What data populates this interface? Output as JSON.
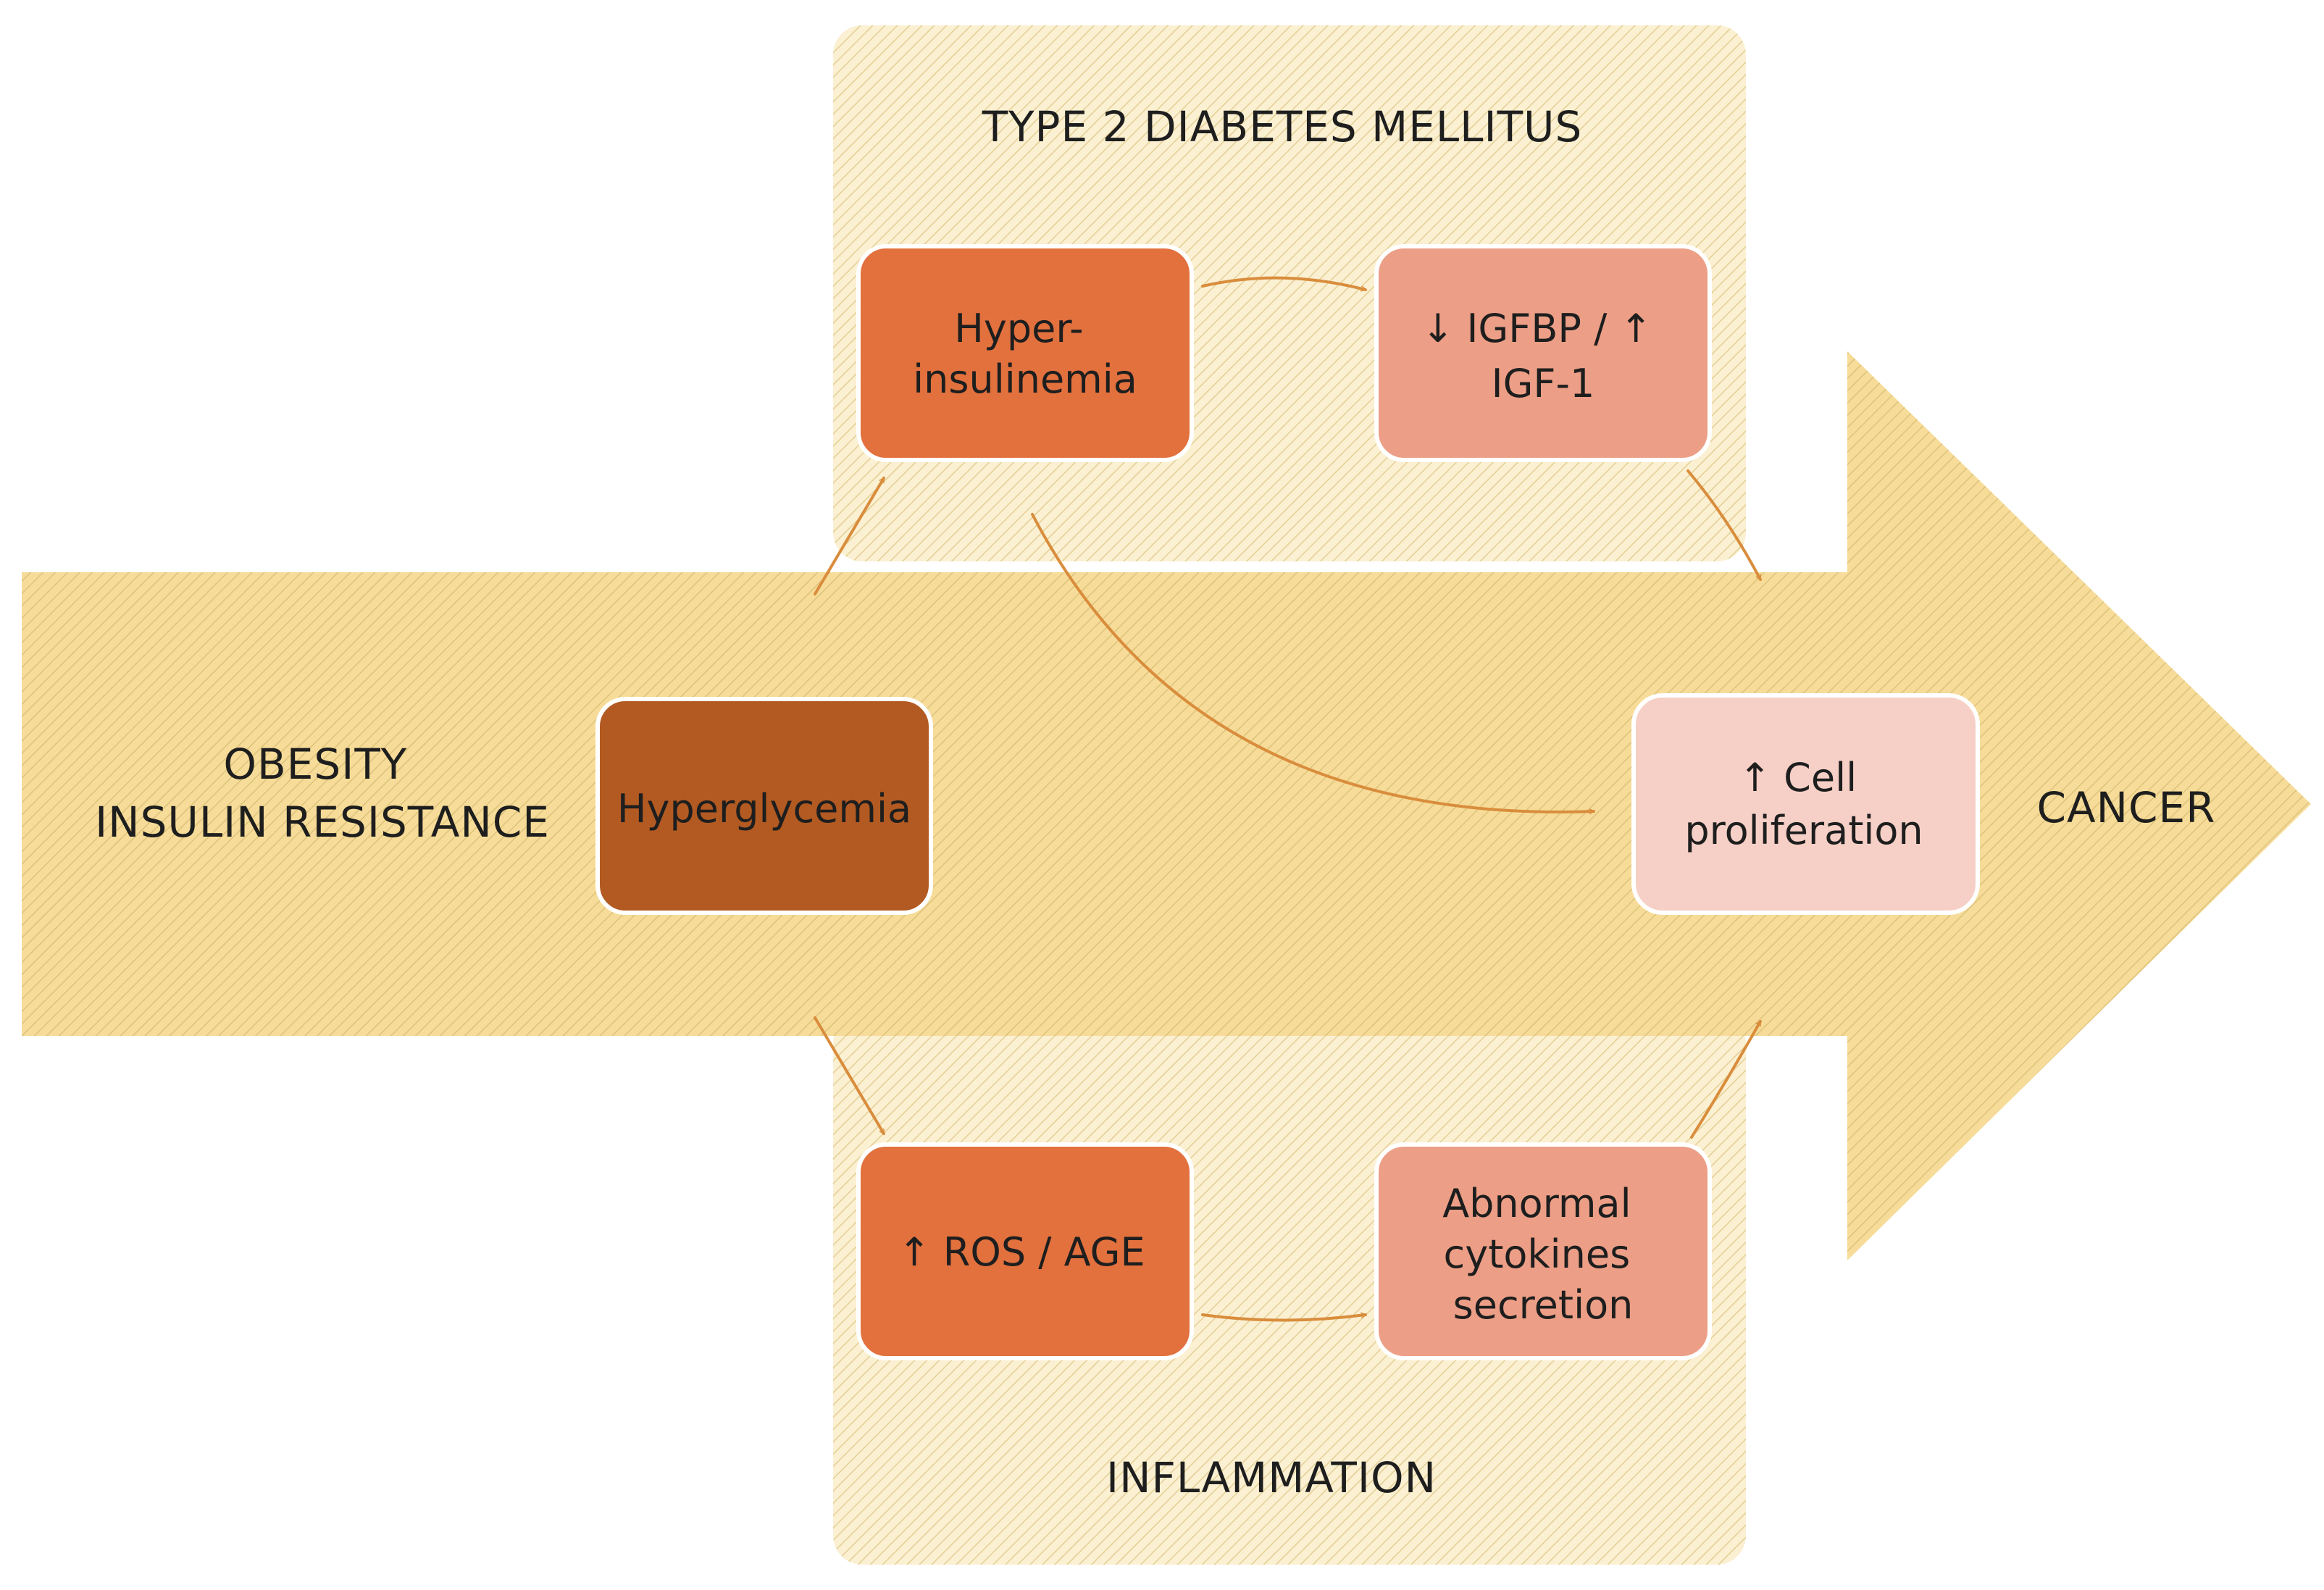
{
  "diagram": {
    "left_label": [
      "OBESITY",
      "INSULIN RESISTANCE"
    ],
    "right_label": "CANCER",
    "top_panel_title": "TYPE 2 DIABETES MELLITUS",
    "bottom_panel_title": "INFLAMMATION",
    "boxes": {
      "hyperglycemia": [
        "Hyperglycemia"
      ],
      "hyperinsulinemia": [
        "Hyper-",
        "insulinemia"
      ],
      "igfbp": [
        "↓ IGFBP / ↑",
        "IGF-1"
      ],
      "ros_age": [
        "↑ ROS / AGE"
      ],
      "cytokines": [
        "Abnormal",
        "cytokines",
        "secretion"
      ],
      "cell_proliferation": [
        "↑ Cell",
        "proliferation"
      ]
    },
    "colors": {
      "arrow_fill": "#f6dc98",
      "panel_fill": "#fbf0d2",
      "hatch": "#dcc27a",
      "hyperglycemia": "#b25a22",
      "hyperinsulinemia": "#e2713e",
      "igfbp": "#ec9f86",
      "ros_age": "#e2713e",
      "cytokines": "#ec9f86",
      "cell_proliferation": "#f6d0c6",
      "connector": "#d98d3c",
      "text": "#1e1e1e"
    }
  }
}
